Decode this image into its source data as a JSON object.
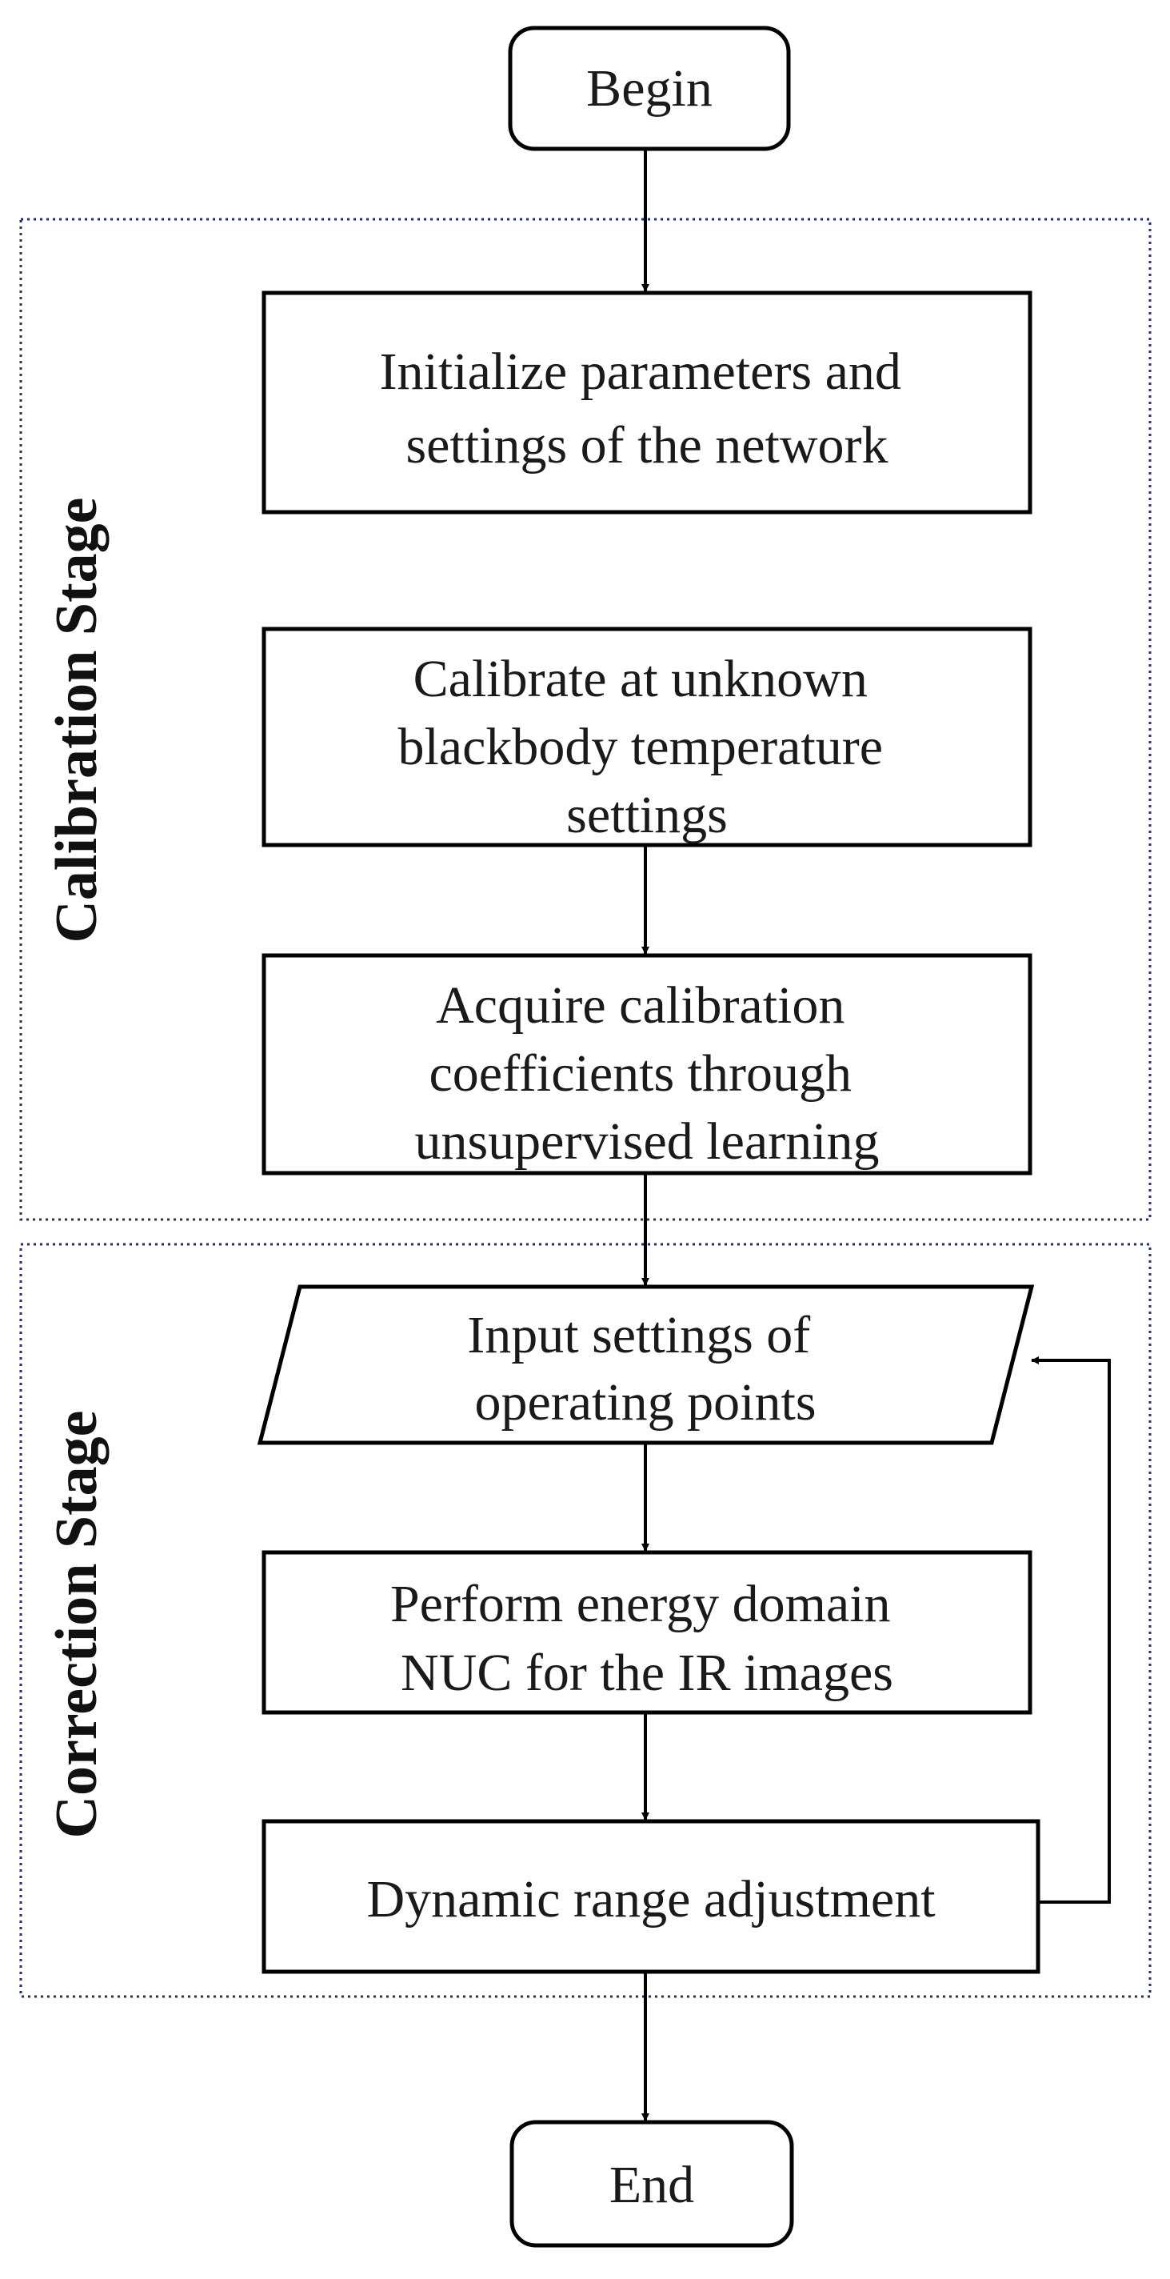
{
  "stages": {
    "calibration_label": "Calibration Stage",
    "correction_label": "Correction Stage"
  },
  "nodes": {
    "begin": "Begin",
    "init": [
      "Initialize parameters and",
      "settings of the network"
    ],
    "calibrate": [
      "Calibrate at unknown",
      "blackbody temperature",
      "settings"
    ],
    "acquire": [
      "Acquire calibration",
      "coefficients through",
      "unsupervised learning"
    ],
    "input": [
      "Input settings of",
      "operating points"
    ],
    "perform": [
      "Perform energy domain",
      "NUC for the IR images"
    ],
    "dynamic": "Dynamic range adjustment",
    "end": "End"
  },
  "colors": {
    "stroke": "#000000",
    "stage_border": "#1f2d6e",
    "text": "#1a1a1a"
  }
}
